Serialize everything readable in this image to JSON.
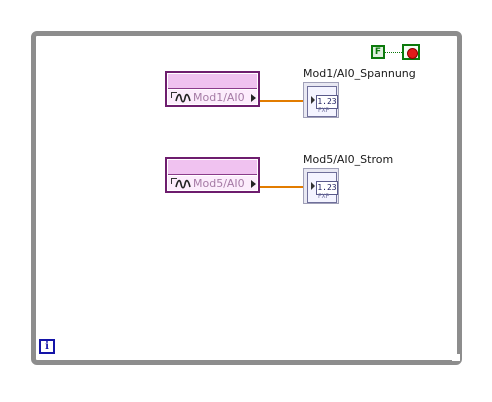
{
  "loop": {
    "iteration_terminal": "i",
    "stop_constant": "F"
  },
  "nodes": [
    {
      "channel": "Mod1/AI0",
      "indicator_label": "Mod1/AI0_Spannung",
      "indicator_value": "1.23",
      "indicator_type": "FXP"
    },
    {
      "channel": "Mod5/AI0",
      "indicator_label": "Mod5/AI0_Strom",
      "indicator_value": "1.23",
      "indicator_type": "FXP"
    }
  ],
  "colors": {
    "loop_border": "#8d8d8d",
    "node_border": "#6e1d6e",
    "node_fill": "#f0c2f0",
    "wire": "#e27c00",
    "stop_green": "#0c7a0c",
    "stop_red": "#e21a1a",
    "info_blue": "#1414a8"
  },
  "icons": [
    "waveform-icon",
    "stop-button-icon",
    "iteration-icon",
    "numeric-indicator-icon"
  ]
}
